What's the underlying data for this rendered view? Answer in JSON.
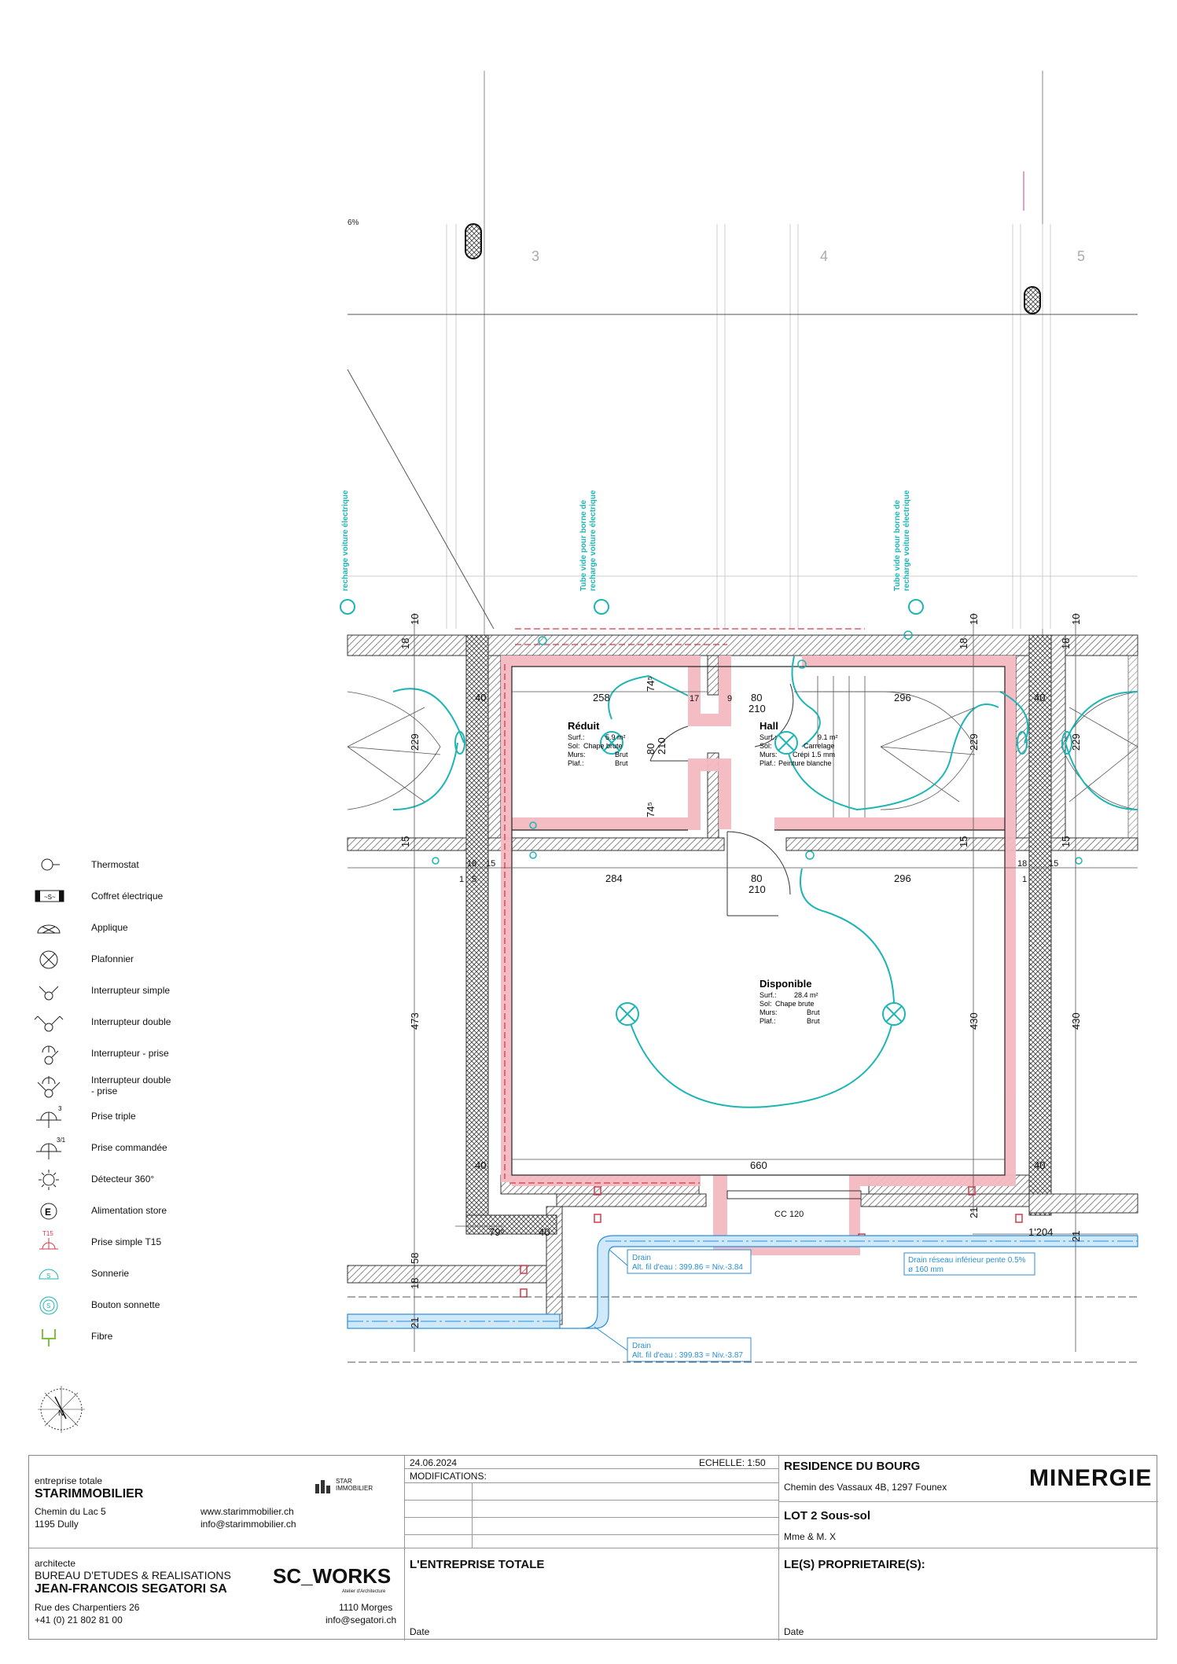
{
  "plan": {
    "grid_labels": [
      "3",
      "4",
      "5"
    ],
    "slope_label": "6%",
    "ev_tube_label_1": "Tube vide pour borne de",
    "ev_tube_label_2": "recharge voiture électrique",
    "rooms": [
      {
        "name": "Réduit",
        "surf": "5.9 m²",
        "sol": "Chape brute",
        "murs": "Brut",
        "plaf": "Brut"
      },
      {
        "name": "Hall",
        "surf": "9.1 m²",
        "sol": "Carrelage",
        "murs": "Crépi 1.5 mm",
        "plaf": "Peinture blanche"
      },
      {
        "name": "Disponible",
        "surf": "28.4 m²",
        "sol": "Chape brute",
        "murs": "Brut",
        "plaf": "Brut"
      }
    ],
    "room_field_labels": {
      "surf": "Surf.:",
      "sol": "Sol:",
      "murs": "Murs:",
      "plaf": "Plaf.:"
    },
    "dimensions": {
      "d258": "258",
      "d296a": "296",
      "d284": "284",
      "d296b": "296",
      "d660": "660",
      "d80a": "80",
      "d210a": "210",
      "d80b": "80",
      "d210b": "210",
      "d80c": "80",
      "d210c": "210",
      "d473": "473",
      "d430a": "430",
      "d430b": "430",
      "d229a": "229",
      "d229b": "229",
      "d229c": "229",
      "d40a": "40",
      "d40b": "40",
      "d40c": "40",
      "d40d": "40",
      "d40e": "40",
      "d17": "17",
      "d9": "9",
      "d74a": "74⁵",
      "d74b": "74⁵",
      "d79": "79⁵",
      "d1204": "1'204",
      "d58": "58",
      "d18": "18",
      "d21": "21",
      "d10": "10",
      "d15": "15",
      "d1": "1",
      "d5": "5"
    },
    "cc_label": "CC 120",
    "drain_1_title": "Drain",
    "drain_1_text": "Alt. fil d'eau : 399.86 = Niv.-3.84",
    "drain_2_title": "Drain",
    "drain_2_text": "Alt. fil d'eau : 399.83 = Niv.-3.87",
    "drain_3_title": "Drain réseau inférieur pente 0.5%",
    "drain_3_text": "ø 160 mm",
    "colors": {
      "pink": "#f4b9c0",
      "cyan": "#1fb5b5",
      "drain_blue": "#2a8fd6",
      "hatch": "#555555"
    }
  },
  "legend": [
    {
      "icon": "thermostat-icon",
      "label": "Thermostat"
    },
    {
      "icon": "electrical-box-icon",
      "label": "Coffret électrique"
    },
    {
      "icon": "wall-light-icon",
      "label": "Applique"
    },
    {
      "icon": "ceiling-light-icon",
      "label": "Plafonnier"
    },
    {
      "icon": "single-switch-icon",
      "label": "Interrupteur simple"
    },
    {
      "icon": "double-switch-icon",
      "label": "Interrupteur double"
    },
    {
      "icon": "switch-socket-icon",
      "label": "Interrupteur - prise"
    },
    {
      "icon": "double-switch-socket-icon",
      "label": "Interrupteur double\n- prise"
    },
    {
      "icon": "triple-socket-icon",
      "label": "Prise triple",
      "mark": "3"
    },
    {
      "icon": "controlled-socket-icon",
      "label": "Prise commandée",
      "mark": "3/1"
    },
    {
      "icon": "motion-detector-icon",
      "label": "Détecteur 360°"
    },
    {
      "icon": "blind-power-icon",
      "label": "Alimentation store",
      "mark": "E"
    },
    {
      "icon": "t15-socket-icon",
      "label": "Prise simple T15",
      "mark": "T15"
    },
    {
      "icon": "bell-icon",
      "label": "Sonnerie",
      "mark": "S"
    },
    {
      "icon": "bell-button-icon",
      "label": "Bouton sonnette",
      "mark": "S"
    },
    {
      "icon": "fiber-icon",
      "label": "Fibre"
    }
  ],
  "compass_mark": "N",
  "title_block": {
    "contractor_role": "entreprise totale",
    "contractor_name": "STARIMMOBILIER",
    "contractor_address": "Chemin du Lac 5",
    "contractor_city": "1195  Dully",
    "contractor_web": "www.starimmobilier.ch",
    "contractor_email": "info@starimmobilier.ch",
    "contractor_logo_1": "STAR",
    "contractor_logo_2": "IMMOBILIER",
    "architect_role": "architecte",
    "architect_name_1": "BUREAU D'ETUDES & REALISATIONS",
    "architect_name_2": "JEAN-FRANCOIS SEGATORI SA",
    "architect_address": "Rue des Charpentiers 26",
    "architect_phone": "+41 (0) 21 802 81 00",
    "architect_city": "1110 Morges",
    "architect_email": "info@segatori.ch",
    "architect_logo": "SC_WORKS",
    "architect_logo_sub": "Atelier d'Architecture",
    "date": "24.06.2024",
    "scale": "ECHELLE: 1:50",
    "modifications": "MODIFICATIONS:",
    "project": "RESIDENCE DU BOURG",
    "address": "Chemin des Vassaux 4B, 1297 Founex",
    "lot": "LOT 2 Sous-sol",
    "owner": "Mme & M. X",
    "label_contractor": "L'ENTREPRISE TOTALE",
    "label_owners": "LE(S) PROPRIETAIRE(S):",
    "label_date_1": "Date",
    "label_date_2": "Date",
    "minergie": "MINERGIE"
  }
}
